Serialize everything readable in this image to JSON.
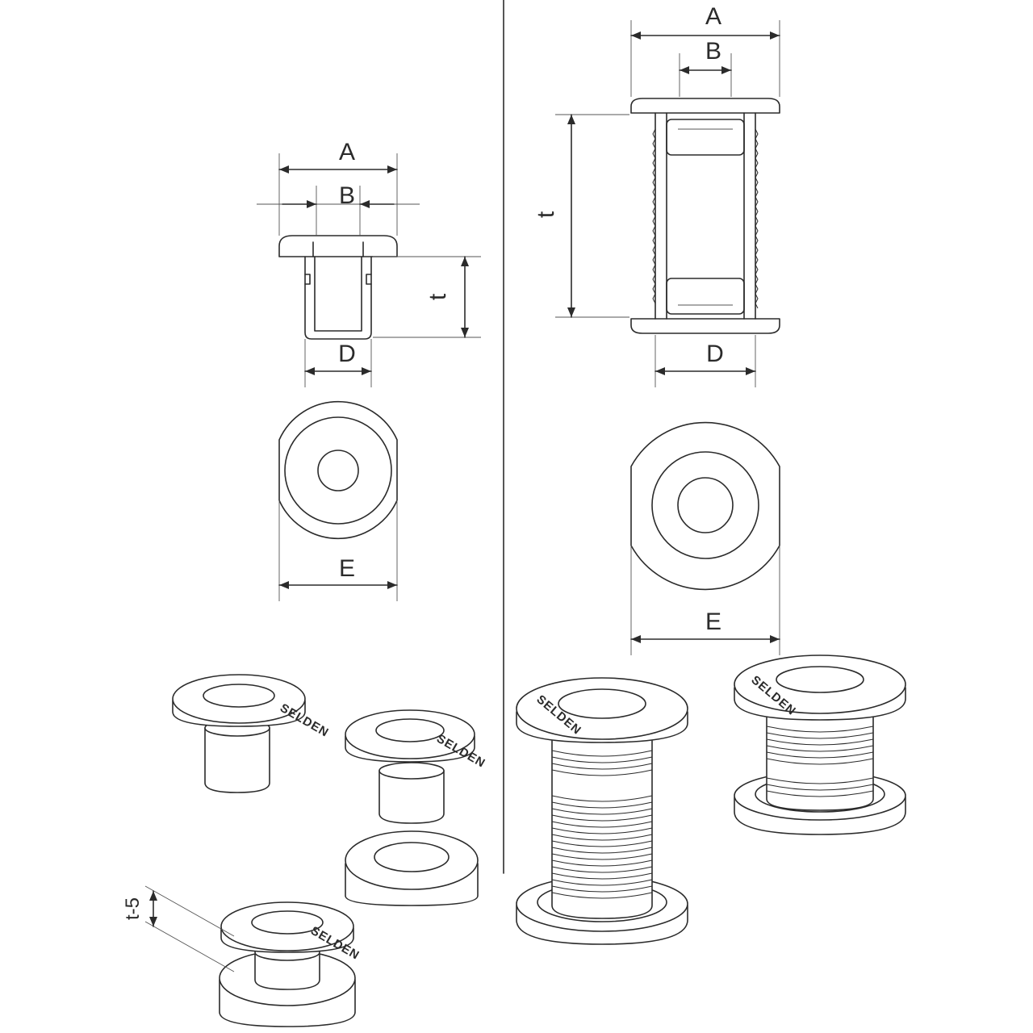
{
  "left": {
    "section": {
      "A": "A",
      "B": "B",
      "t": "t",
      "D": "D"
    },
    "plan": {
      "E": "E"
    },
    "iso": {
      "brand": "SELDEN",
      "t5": "t-5"
    }
  },
  "right": {
    "section": {
      "A": "A",
      "B": "B",
      "t": "t",
      "D": "D"
    },
    "plan": {
      "E": "E"
    },
    "iso": {
      "brand": "SELDEN"
    }
  },
  "colors": {
    "line": "#2b2b2b",
    "background": "#ffffff"
  }
}
